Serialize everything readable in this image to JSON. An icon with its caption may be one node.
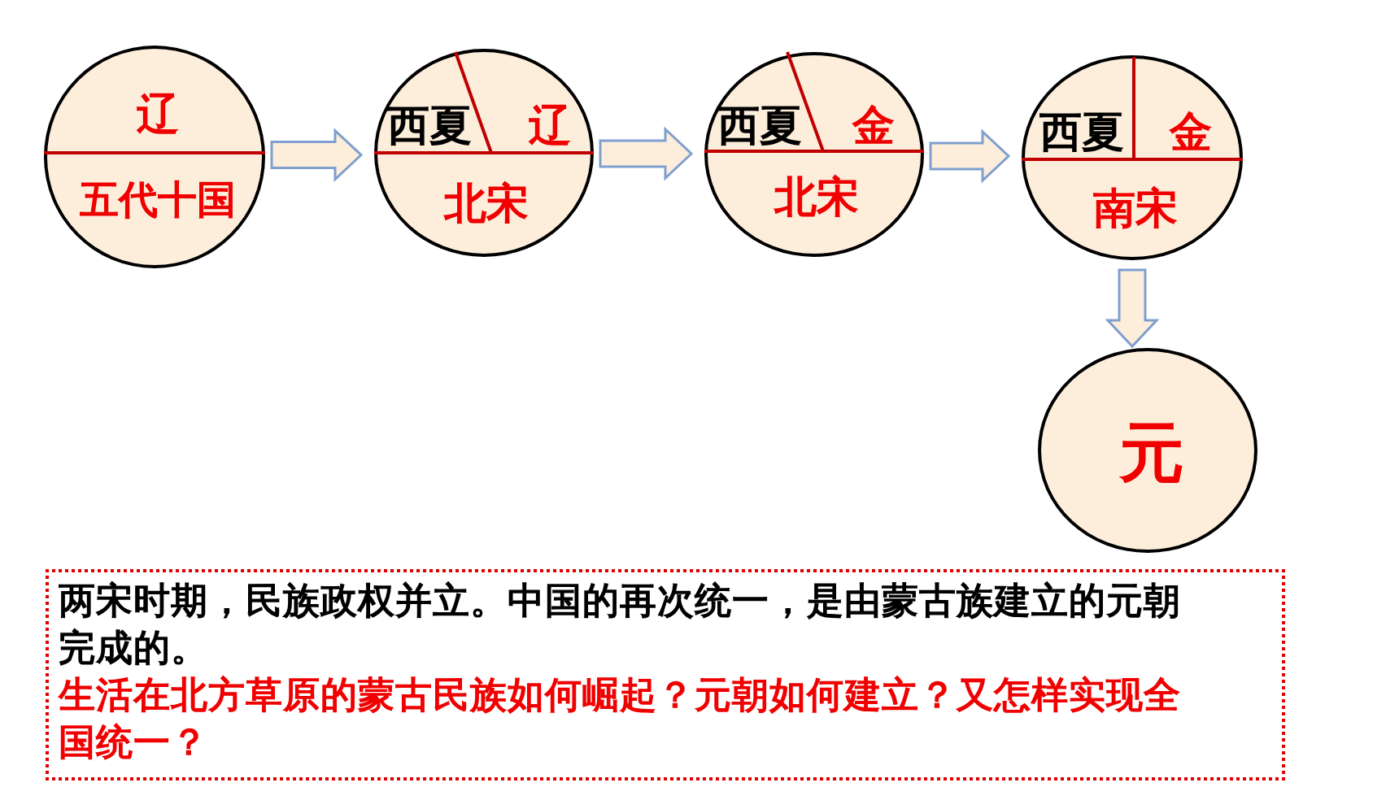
{
  "diagram": {
    "nodes": [
      {
        "text": [
          "辽",
          "五代十国"
        ]
      },
      {
        "text": [
          "西夏",
          "辽",
          "北宋"
        ]
      },
      {
        "text": [
          "西夏",
          "金",
          "北宋"
        ]
      },
      {
        "text": [
          "西夏",
          "金",
          "南宋"
        ]
      },
      {
        "text": [
          "元"
        ]
      },
      {
        "text": [
          "两宋时期，民族政权并立。中国的再次统一，是由蒙古族建立的元朝完成的。",
          "生活在北方草原的蒙古民族如何崛起？元朝如何建立？又怎样实现全国统一？"
        ]
      }
    ],
    "edges": [
      {
        "from": 0,
        "to": 1,
        "arrow": "to"
      },
      {
        "from": 1,
        "to": 2,
        "arrow": "to"
      },
      {
        "from": 2,
        "to": 3,
        "arrow": "to"
      },
      {
        "from": 3,
        "to": 4,
        "arrow": "to"
      }
    ]
  }
}
